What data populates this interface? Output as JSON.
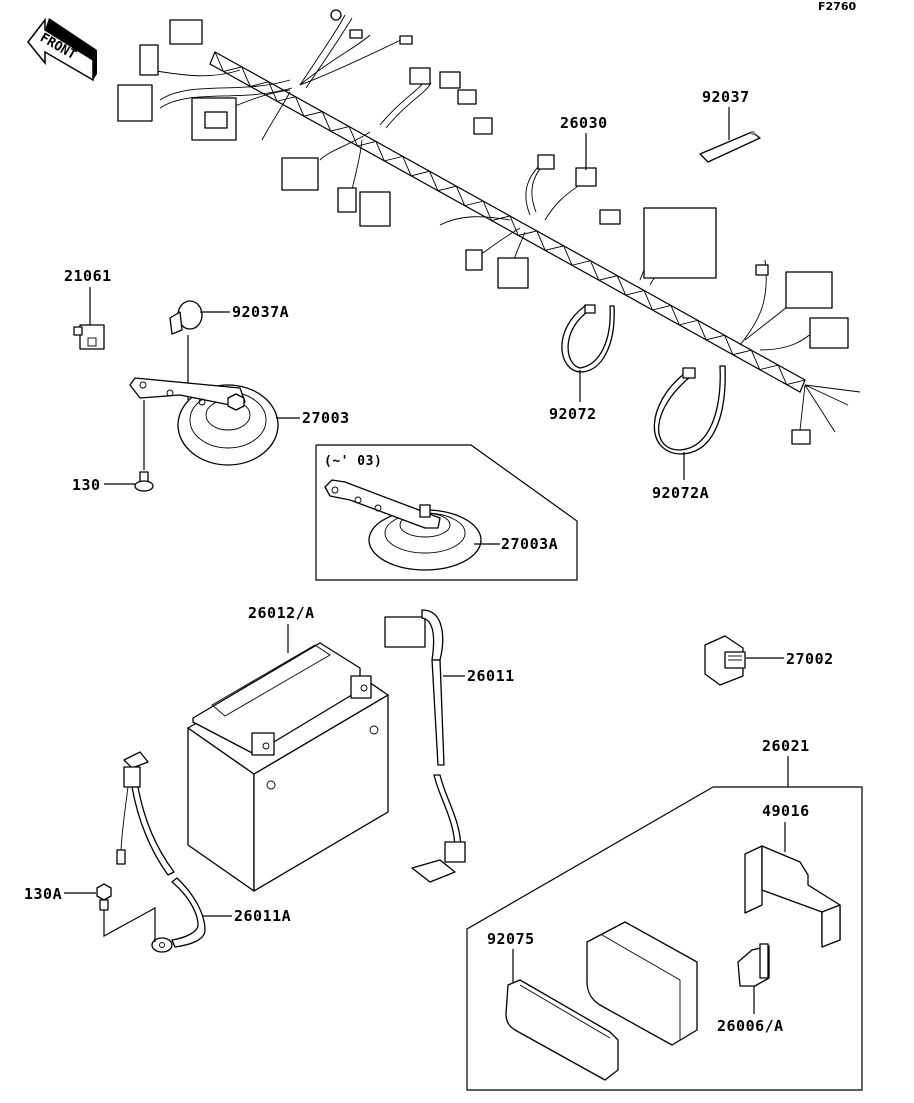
{
  "figure_id": "F2760",
  "front_arrow": {
    "label": "FRONT"
  },
  "variant_note": "(~' 03)",
  "parts": {
    "harness": "26030",
    "band": "92037",
    "connector": "21061",
    "clamp": "92037A",
    "horn": "27003",
    "bolt": "130",
    "horn_early": "27003A",
    "band_small": "92072",
    "band_large": "92072A",
    "battery": "26012/A",
    "positive_cable": "26011",
    "relay": "27002",
    "ground_cable": "26011A",
    "bolt_ground": "130A",
    "fuse_box": "26021",
    "bracket": "49016",
    "cover": "92075",
    "fuse": "26006/A"
  }
}
